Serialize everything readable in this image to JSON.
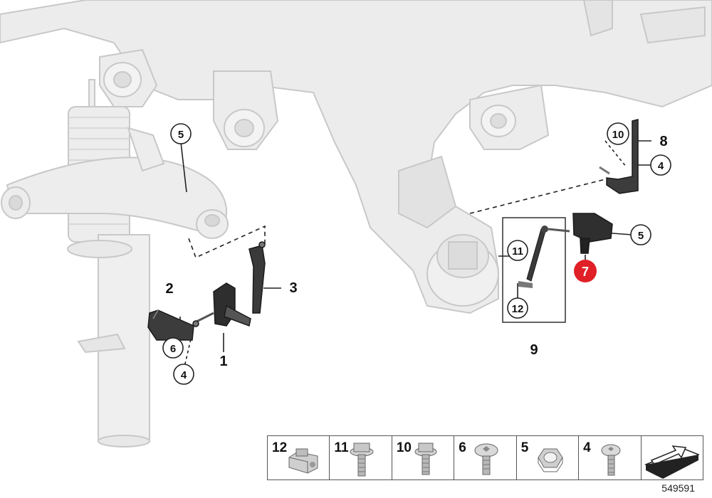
{
  "callouts": {
    "c1": "1",
    "c2": "2",
    "c3": "3",
    "c4a": "4",
    "c4b": "4",
    "c5a": "5",
    "c5b": "5",
    "c6": "6",
    "c7": "7",
    "c8": "8",
    "c9": "9",
    "c10": "10",
    "c11": "11",
    "c12": "12"
  },
  "highlight_color": "#e01f26",
  "legend": {
    "items": [
      {
        "label": "12",
        "icon": "clip-nut-icon"
      },
      {
        "label": "11",
        "icon": "hex-flange-bolt-icon"
      },
      {
        "label": "10",
        "icon": "hex-flange-bolt-icon"
      },
      {
        "label": "6",
        "icon": "torx-screw-icon"
      },
      {
        "label": "5",
        "icon": "hex-nut-icon"
      },
      {
        "label": "4",
        "icon": "torx-screw-icon"
      },
      {
        "label": "",
        "icon": "direction-arrow-icon"
      }
    ]
  },
  "diagram_id": "549591"
}
